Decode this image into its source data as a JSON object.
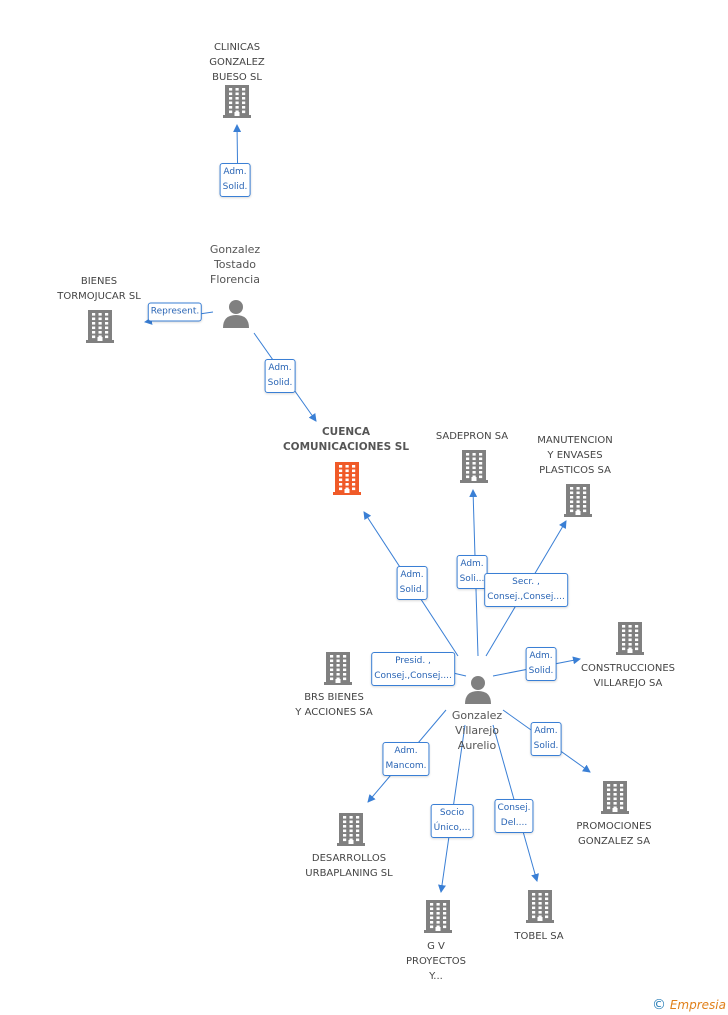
{
  "colors": {
    "edge": "#3a7fd5",
    "building": "#808080",
    "building_main": "#f05a28",
    "person": "#808080"
  },
  "companies": [
    {
      "id": "clinicas",
      "lines": [
        "CLINICAS",
        "GONZALEZ",
        "BUESO SL"
      ],
      "main": false
    },
    {
      "id": "bienes",
      "lines": [
        "BIENES",
        "TORMOJUCAR SL"
      ],
      "main": false
    },
    {
      "id": "cuenca",
      "lines": [
        "CUENCA",
        "COMUNICACIONES SL"
      ],
      "main": true
    },
    {
      "id": "sadepron",
      "lines": [
        "SADEPRON SA"
      ],
      "main": false
    },
    {
      "id": "manutencion",
      "lines": [
        "MANUTENCION",
        "Y ENVASES",
        "PLASTICOS SA"
      ],
      "main": false
    },
    {
      "id": "construcciones",
      "lines": [
        "CONSTRUCCIONES",
        "VILLAREJO SA"
      ],
      "main": false
    },
    {
      "id": "brs",
      "lines": [
        "BRS BIENES",
        "Y ACCIONES SA"
      ],
      "main": false
    },
    {
      "id": "promociones",
      "lines": [
        "PROMOCIONES",
        "GONZALEZ SA"
      ],
      "main": false
    },
    {
      "id": "desarrollos",
      "lines": [
        "DESARROLLOS",
        "URBAPLANING SL"
      ],
      "main": false
    },
    {
      "id": "gv",
      "lines": [
        "G V",
        "PROYECTOS",
        "Y..."
      ],
      "main": false
    },
    {
      "id": "tobel",
      "lines": [
        "TOBEL SA"
      ],
      "main": false
    }
  ],
  "persons": [
    {
      "id": "florencia",
      "lines": [
        "Gonzalez",
        "Tostado",
        "Florencia"
      ]
    },
    {
      "id": "aurelio",
      "lines": [
        "Gonzalez",
        "Villarejo",
        "Aurelio"
      ]
    }
  ],
  "relations": [
    {
      "id": "r1",
      "lines": [
        "Adm.",
        "Solid."
      ]
    },
    {
      "id": "r2",
      "lines": [
        "Represent."
      ]
    },
    {
      "id": "r3",
      "lines": [
        "Adm.",
        "Solid."
      ]
    },
    {
      "id": "r4",
      "lines": [
        "Adm.",
        "Solid."
      ]
    },
    {
      "id": "r5",
      "lines": [
        "Adm.",
        "Soli..."
      ]
    },
    {
      "id": "r6",
      "lines": [
        "Secr. ,",
        "Consej.,Consej...."
      ]
    },
    {
      "id": "r7",
      "lines": [
        "Presid. ,",
        "Consej.,Consej...."
      ]
    },
    {
      "id": "r8",
      "lines": [
        "Adm.",
        "Solid."
      ]
    },
    {
      "id": "r9",
      "lines": [
        "Adm.",
        "Mancom."
      ]
    },
    {
      "id": "r10",
      "lines": [
        "Adm.",
        "Solid."
      ]
    },
    {
      "id": "r11",
      "lines": [
        "Socio",
        "Único,..."
      ]
    },
    {
      "id": "r12",
      "lines": [
        "Consej.",
        "Del...."
      ]
    }
  ],
  "footer": {
    "symbol": "©",
    "brand": "Empresia"
  }
}
